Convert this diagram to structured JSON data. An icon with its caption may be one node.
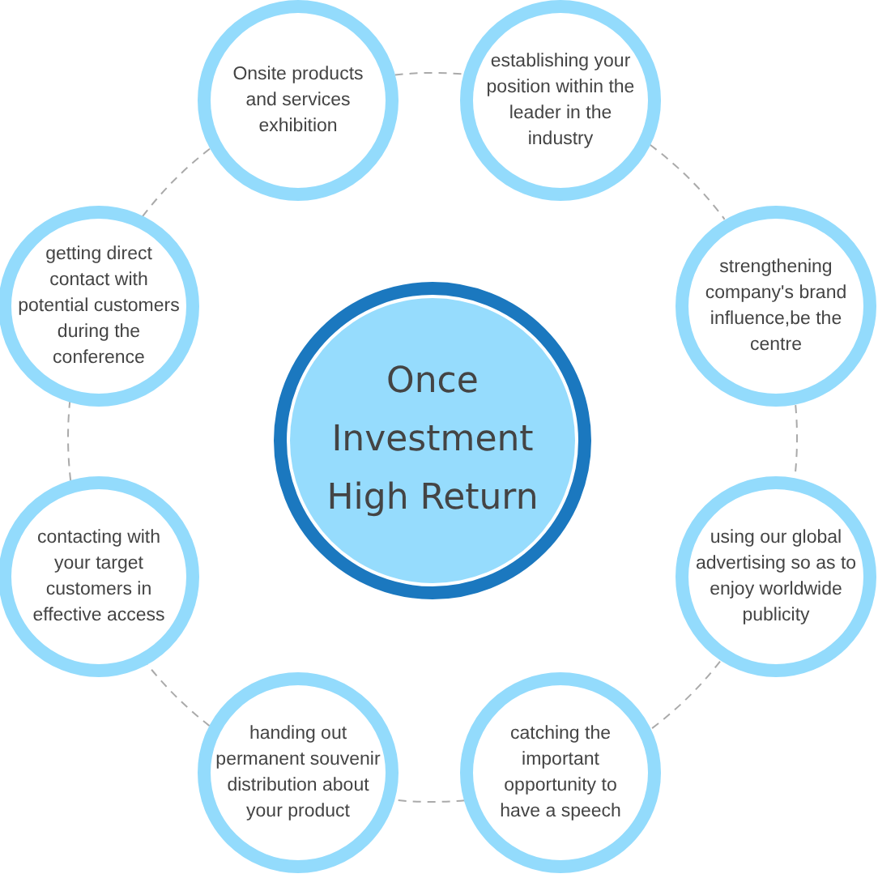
{
  "diagram": {
    "nodes": [
      {
        "text": [
          "Once Investment High Return"
        ]
      },
      {
        "text": [
          "Onsite products and services exhibition"
        ]
      },
      {
        "text": [
          "establishing your position within the leader in the industry"
        ]
      },
      {
        "text": [
          "strengthening company's brand influence,be the centre"
        ]
      },
      {
        "text": [
          "using our global advertising so as to enjoy worldwide publicity"
        ]
      },
      {
        "text": [
          "catching the important opportunity to have a speech"
        ]
      },
      {
        "text": [
          "handing out permanent souvenir distribution about your product"
        ]
      },
      {
        "text": [
          "contacting with your target customers in effective access"
        ]
      },
      {
        "text": [
          "getting direct contact with potential customers during the conference"
        ]
      }
    ],
    "edges": [
      {
        "from": 1,
        "to": 2,
        "arrow": "none",
        "style": "dashed"
      },
      {
        "from": 2,
        "to": 3,
        "arrow": "none",
        "style": "dashed"
      },
      {
        "from": 3,
        "to": 4,
        "arrow": "none",
        "style": "dashed"
      },
      {
        "from": 4,
        "to": 5,
        "arrow": "none",
        "style": "dashed"
      },
      {
        "from": 5,
        "to": 6,
        "arrow": "none",
        "style": "dashed"
      },
      {
        "from": 6,
        "to": 7,
        "arrow": "none",
        "style": "dashed"
      },
      {
        "from": 7,
        "to": 8,
        "arrow": "none",
        "style": "dashed"
      },
      {
        "from": 8,
        "to": 1,
        "arrow": "none",
        "style": "dashed"
      }
    ]
  }
}
